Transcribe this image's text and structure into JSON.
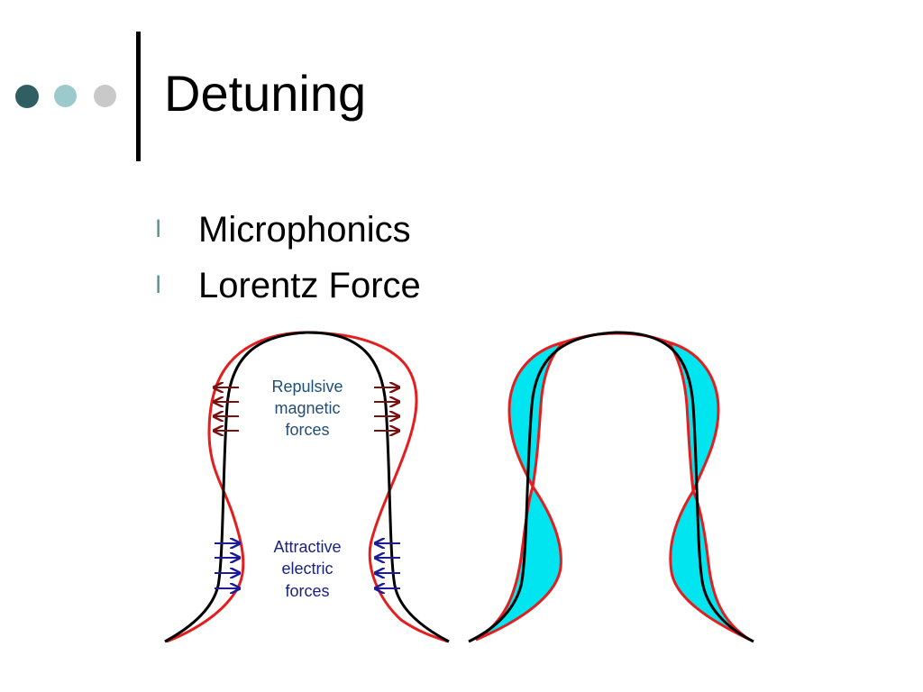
{
  "slide": {
    "title": "Detuning",
    "bullets": [
      {
        "marker": "l",
        "label": "Microphonics"
      },
      {
        "marker": "l",
        "label": "Lorentz Force"
      }
    ]
  },
  "decor": {
    "dots": [
      "#2f5f62",
      "#9cc9cc",
      "#c9c9c9"
    ]
  },
  "figure": {
    "repulsive_label": [
      "Repulsive",
      "magnetic",
      "forces"
    ],
    "attractive_label": [
      "Attractive",
      "electric",
      "forces"
    ],
    "colors": {
      "outline": "#000000",
      "deformed": "#e41e1e",
      "fill": "#00e5f0",
      "repulsive_arrow": "#7a1010",
      "attractive_arrow": "#1a1a9a"
    }
  }
}
